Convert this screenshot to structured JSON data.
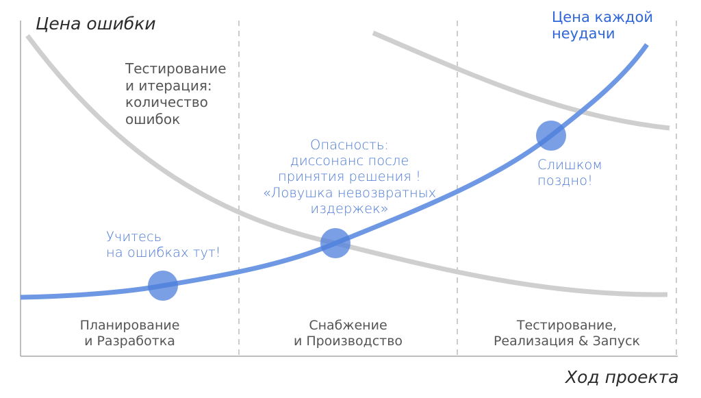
{
  "axes": {
    "y_label": "Цена ошибки",
    "x_label": "Ход проекта"
  },
  "curves": {
    "errors_label": "Тестирование\nи итерация:\nколичество\nошибок",
    "cost_label": "Цена каждой\nнеудачи"
  },
  "annotations": {
    "learn_here": "Учитесь\nна ошибках тут!",
    "danger": "Опасность:\nдиссонанс после\nпринятия решения !\n«Ловушка невозвратных\nиздержек»",
    "too_late": "Слишком\nпоздно!"
  },
  "phases": [
    {
      "label": "Планирование\nи Разработка"
    },
    {
      "label": "Снабжение\nи Производство"
    },
    {
      "label": "Тестирование,\nРеализация & Запуск"
    }
  ],
  "colors": {
    "blue_curve": "#6e98e4",
    "dot": "#5a86de",
    "grey_curve": "#cccccc",
    "axis": "#a8a8a8"
  }
}
